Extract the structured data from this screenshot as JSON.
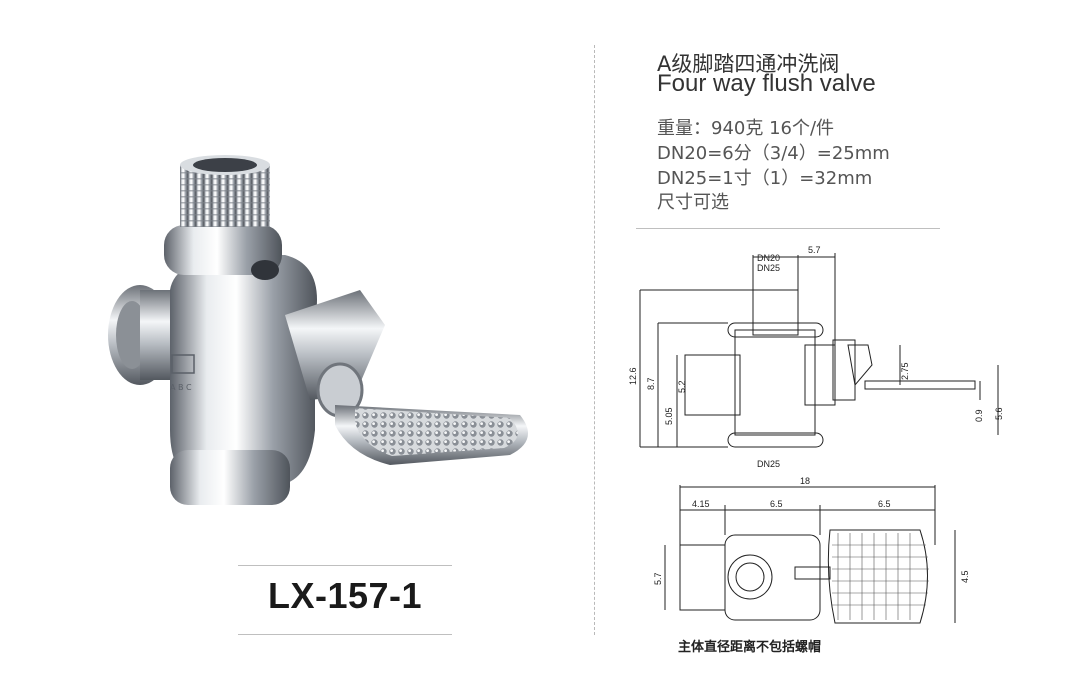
{
  "product": {
    "title_cn": "A级脚踏四通冲洗阀",
    "title_en": "Four way flush valve",
    "model": "LX-157-1"
  },
  "specs": [
    "重量：940克  16个/件",
    "DN20=6分（3/4）=25mm",
    "DN25=1寸（1）=32mm",
    "尺寸可选"
  ],
  "drawing": {
    "labels": {
      "dn20": "DN20",
      "dn25_top": "DN25",
      "dn25_bottom": "DN25",
      "d_5_7_top": "5.7",
      "d_12_6": "12.6",
      "d_8_7": "8.7",
      "d_5_2": "5.2",
      "d_5_05": "5.05",
      "d_2_75": "2.75",
      "d_0_9": "0.9",
      "d_5_6": "5.6",
      "d_18": "18",
      "d_4_15": "4.15",
      "d_6_5_a": "6.5",
      "d_6_5_b": "6.5",
      "d_5_7_side": "5.7",
      "d_4_5": "4.5"
    },
    "note": "主体直径距离不包括螺帽"
  },
  "colors": {
    "chrome_dark": "#6a6f76",
    "chrome_light": "#f2f4f6",
    "text": "#333333"
  }
}
